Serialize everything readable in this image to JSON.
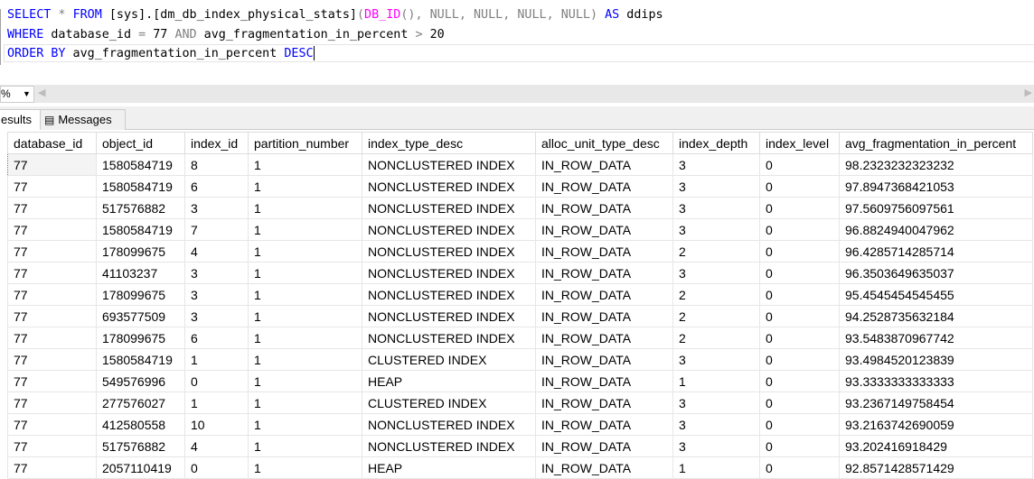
{
  "query": {
    "line1": {
      "kw1": "SELECT",
      "star": " * ",
      "kw2": "FROM",
      "t1": " [sys].[dm_db_index_physical_stats]",
      "p1": "(",
      "fn": "DB_ID",
      "p2": "()",
      "nulls": ", NULL, NULL, NULL, NULL",
      "p3": ")",
      "kw3": " AS",
      "t2": " ddips"
    },
    "line2": {
      "kw1": "WHERE",
      "t1": " database_id ",
      "op1": "=",
      "t2": " 77 ",
      "kw2": "AND",
      "t3": " avg_fragmentation_in_percent ",
      "op2": ">",
      "t4": " 20"
    },
    "line3": {
      "kw1": "ORDER BY",
      "t1": " avg_fragmentation_in_percent ",
      "kw2": "DESC"
    }
  },
  "zoom": {
    "value": "%"
  },
  "tabs": {
    "results": "esults",
    "messages": "Messages"
  },
  "columns": [
    "database_id",
    "object_id",
    "index_id",
    "partition_number",
    "index_type_desc",
    "alloc_unit_type_desc",
    "index_depth",
    "index_level",
    "avg_fragmentation_in_percent"
  ],
  "rows": [
    [
      "77",
      "1580584719",
      "8",
      "1",
      "NONCLUSTERED INDEX",
      "IN_ROW_DATA",
      "3",
      "0",
      "98.2323232323232"
    ],
    [
      "77",
      "1580584719",
      "6",
      "1",
      "NONCLUSTERED INDEX",
      "IN_ROW_DATA",
      "3",
      "0",
      "97.8947368421053"
    ],
    [
      "77",
      "517576882",
      "3",
      "1",
      "NONCLUSTERED INDEX",
      "IN_ROW_DATA",
      "3",
      "0",
      "97.5609756097561"
    ],
    [
      "77",
      "1580584719",
      "7",
      "1",
      "NONCLUSTERED INDEX",
      "IN_ROW_DATA",
      "3",
      "0",
      "96.8824940047962"
    ],
    [
      "77",
      "178099675",
      "4",
      "1",
      "NONCLUSTERED INDEX",
      "IN_ROW_DATA",
      "2",
      "0",
      "96.4285714285714"
    ],
    [
      "77",
      "41103237",
      "3",
      "1",
      "NONCLUSTERED INDEX",
      "IN_ROW_DATA",
      "3",
      "0",
      "96.3503649635037"
    ],
    [
      "77",
      "178099675",
      "3",
      "1",
      "NONCLUSTERED INDEX",
      "IN_ROW_DATA",
      "2",
      "0",
      "95.4545454545455"
    ],
    [
      "77",
      "693577509",
      "3",
      "1",
      "NONCLUSTERED INDEX",
      "IN_ROW_DATA",
      "2",
      "0",
      "94.2528735632184"
    ],
    [
      "77",
      "178099675",
      "6",
      "1",
      "NONCLUSTERED INDEX",
      "IN_ROW_DATA",
      "2",
      "0",
      "93.5483870967742"
    ],
    [
      "77",
      "1580584719",
      "1",
      "1",
      "CLUSTERED INDEX",
      "IN_ROW_DATA",
      "3",
      "0",
      "93.4984520123839"
    ],
    [
      "77",
      "549576996",
      "0",
      "1",
      "HEAP",
      "IN_ROW_DATA",
      "1",
      "0",
      "93.3333333333333"
    ],
    [
      "77",
      "277576027",
      "1",
      "1",
      "CLUSTERED INDEX",
      "IN_ROW_DATA",
      "3",
      "0",
      "93.2367149758454"
    ],
    [
      "77",
      "412580558",
      "10",
      "1",
      "NONCLUSTERED INDEX",
      "IN_ROW_DATA",
      "3",
      "0",
      "93.2163742690059"
    ],
    [
      "77",
      "517576882",
      "4",
      "1",
      "NONCLUSTERED INDEX",
      "IN_ROW_DATA",
      "3",
      "0",
      "93.202416918429"
    ],
    [
      "77",
      "2057110419",
      "0",
      "1",
      "HEAP",
      "IN_ROW_DATA",
      "1",
      "0",
      "92.8571428571429"
    ]
  ]
}
